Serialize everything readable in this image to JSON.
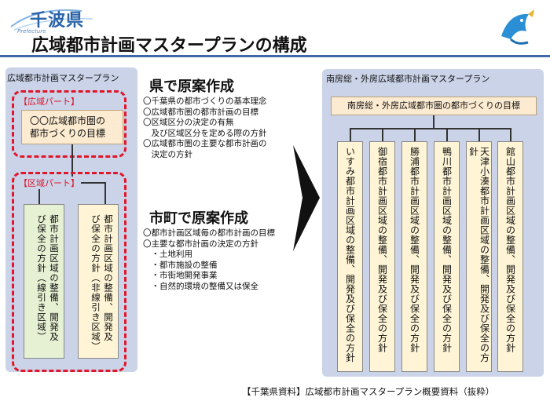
{
  "header": {
    "logo_text": "千波県",
    "logo_sub": "Prefecture",
    "title": "広域都市計画マスタープランの構成"
  },
  "left": {
    "panel_title": "広域都市計画マスタープラン",
    "wide_part_label": "【広域パート】",
    "goal_line1": "〇〇広域都市圏の",
    "goal_line2": "都市づくりの目標",
    "area_part_label": "【区域パート】",
    "col_green": "都市計画区域の整備、開発及び保全の方針（線引き区域）",
    "col_yellow": "都市計画区域の整備、開発及び保全の方針（非線引き区域）"
  },
  "middle": {
    "pref_heading": "県で原案作成",
    "pref_items": [
      "〇千葉県の都市づくりの基本理念",
      "〇広域都市圏の都市計画の目標",
      "〇区域区分の決定の有無",
      "　及び区域区分を定める際の方針",
      "〇広域都市圏の主要な都市計画の",
      "　決定の方針"
    ],
    "city_heading": "市町で原案作成",
    "city_items": [
      "〇都市計画区域毎の都市計画の目標",
      "〇主要な都市計画の決定の方針",
      "　・土地利用",
      "　・都市施設の整備",
      "　・市街地開発事業",
      "　・自然的環境の整備又は保全"
    ]
  },
  "right": {
    "panel_title": "南房総・外房広域都市計画マスタープラン",
    "top_box": "南房総・外房広域都市圏の都市づくりの目標",
    "columns": [
      "いすみ都市計画区域の整備、開発及び保全の方針",
      "御宿都市計画区域の整備、開発及び保全の方針",
      "勝浦都市計画区域の整備、開発及び保全の方針",
      "鴨川都市計画区域の整備、開発及び保全の方針",
      "天津小湊都市計画区域の整備、開発及び保全の方針",
      "館山都市計画区域の整備、開発及び保全の方針"
    ]
  },
  "footer": "【千葉県資料】広域都市計画マスタープラン概要資料（抜粋）",
  "colors": {
    "panel_bg": "#cad3e8",
    "dash_red": "#e0162b",
    "goal_bg": "#fcebd1",
    "green_bg": "#e6f0d2",
    "yellow_bg": "#fff5d6",
    "title_bar": "#3f67a9"
  }
}
